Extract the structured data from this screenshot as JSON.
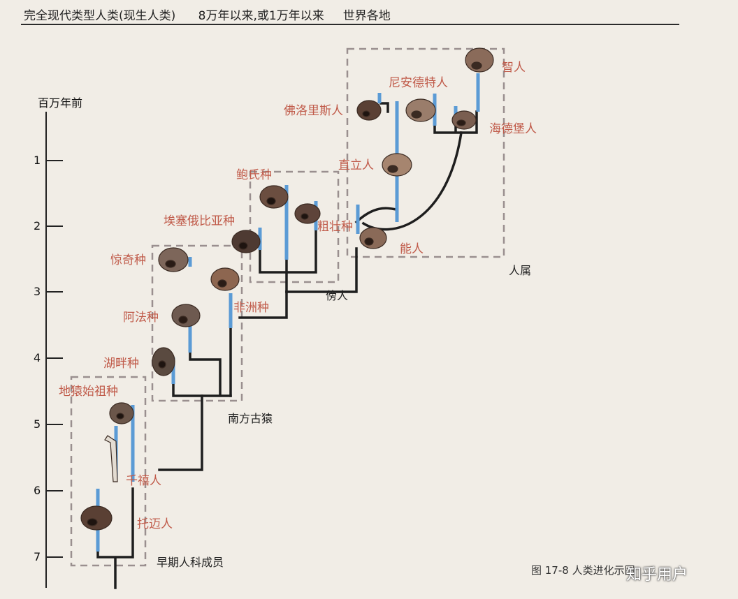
{
  "header": {
    "text": "完全现代类型人类(现生人类)      8万年以来,或1万年以来     世界各地"
  },
  "axis": {
    "title": "百万年前",
    "ticks": [
      "1",
      "2",
      "3",
      "4",
      "5",
      "6",
      "7"
    ]
  },
  "species": {
    "sapiens": "智人",
    "neanderthal": "尼安德特人",
    "floresiensis": "佛洛里斯人",
    "heidelbergensis": "海德堡人",
    "erectus": "直立人",
    "boisei": "鲍氏种",
    "aethiopicus": "埃塞俄比亚种",
    "robustus": "粗壮种",
    "habilis": "能人",
    "garhi": "惊奇种",
    "africanus": "非洲种",
    "afarensis": "阿法种",
    "anamensis": "湖畔种",
    "ramidus": "地猿始祖种",
    "orrorin": "千禧人",
    "sahelanthropus": "托迈人"
  },
  "groups": {
    "homo": "人属",
    "paranthropus": "傍人",
    "australopithecus": "南方古猿",
    "early_hominins": "早期人科成员"
  },
  "caption": "图 17-8    人类进化示图",
  "watermark": "知乎用户",
  "colors": {
    "species_label": "#c05a49",
    "span_bar": "#5b9bd5",
    "tree_line": "#1e1e1e",
    "box_dash": "#9a8f8f"
  }
}
